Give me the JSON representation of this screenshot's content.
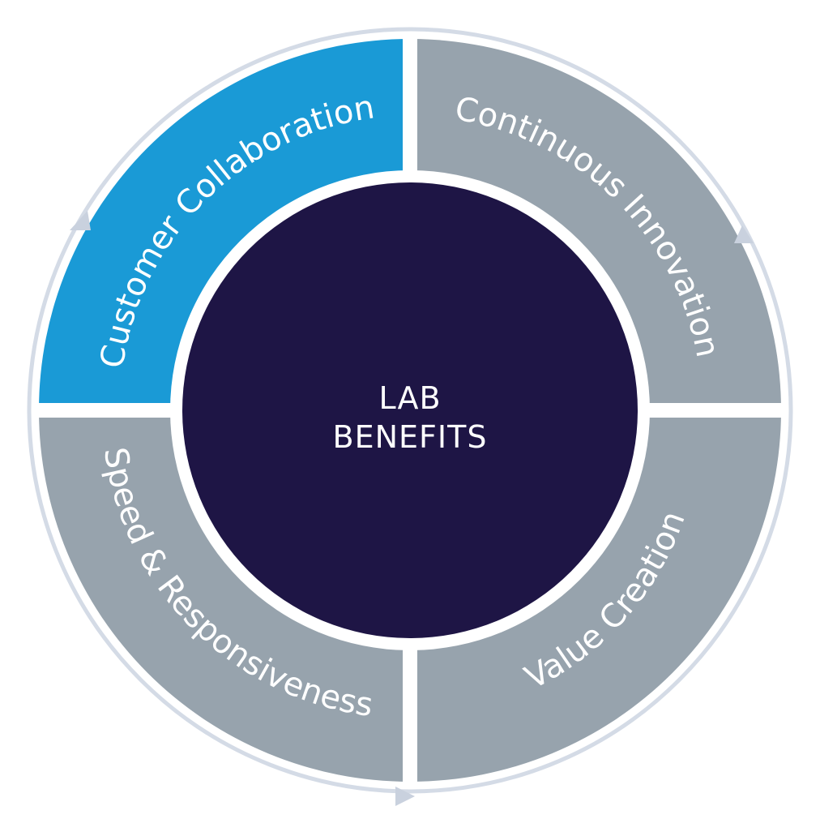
{
  "center": {
    "line1": "LAB",
    "line2": "BENEFITS",
    "color": "#1e1545"
  },
  "segments": [
    {
      "id": "customer-collaboration",
      "label": "Customer Collaboration",
      "color": "#1a9ad6"
    },
    {
      "id": "continuous-innovation",
      "label": "Continuous Innovation",
      "color": "#97a3ad"
    },
    {
      "id": "value-creation",
      "label": "Value Creation",
      "color": "#97a3ad"
    },
    {
      "id": "speed-responsiveness",
      "label": "Speed & Responsiveness",
      "color": "#97a3ad"
    }
  ],
  "colors": {
    "outer_ring": "#d4dbe6",
    "arrows": "#c9d1de",
    "gap": "#ffffff"
  },
  "icons": [
    "arrow-head-icon"
  ]
}
